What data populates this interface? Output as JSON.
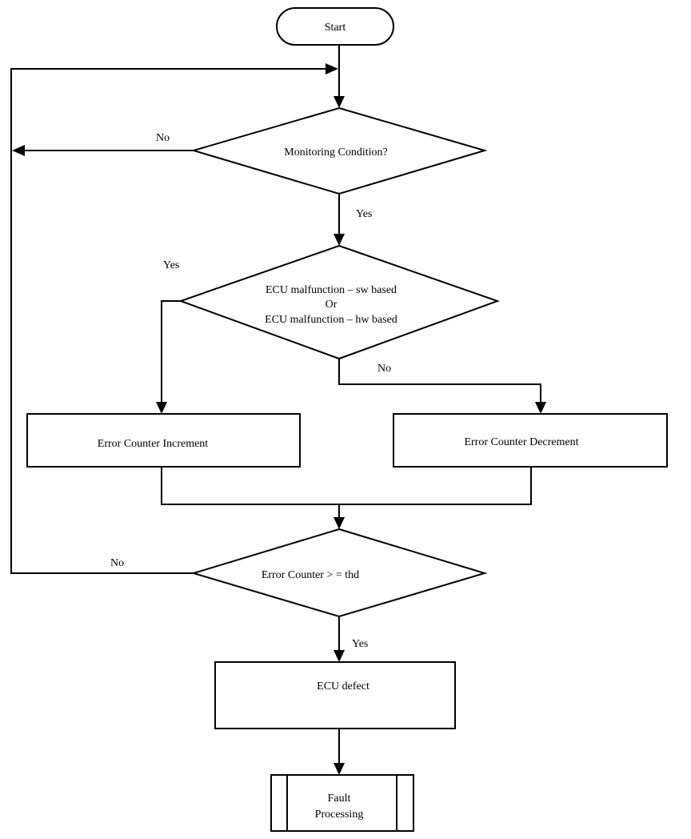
{
  "nodes": {
    "start": "Start",
    "monitoring": "Monitoring Condition?",
    "malfunction": {
      "line1": "ECU malfunction – sw based",
      "line2": "Or",
      "line3": "ECU malfunction – hw based"
    },
    "increment": "Error Counter Increment",
    "decrement": "Error Counter Decrement",
    "threshold": "Error Counter > = thd",
    "defect": "ECU defect",
    "fault": {
      "line1": "Fault",
      "line2": "Processing"
    }
  },
  "edge_labels": {
    "monitoring_no": "No",
    "monitoring_yes": "Yes",
    "malfunction_yes": "Yes",
    "malfunction_no": "No",
    "threshold_no": "No",
    "threshold_yes": "Yes"
  }
}
